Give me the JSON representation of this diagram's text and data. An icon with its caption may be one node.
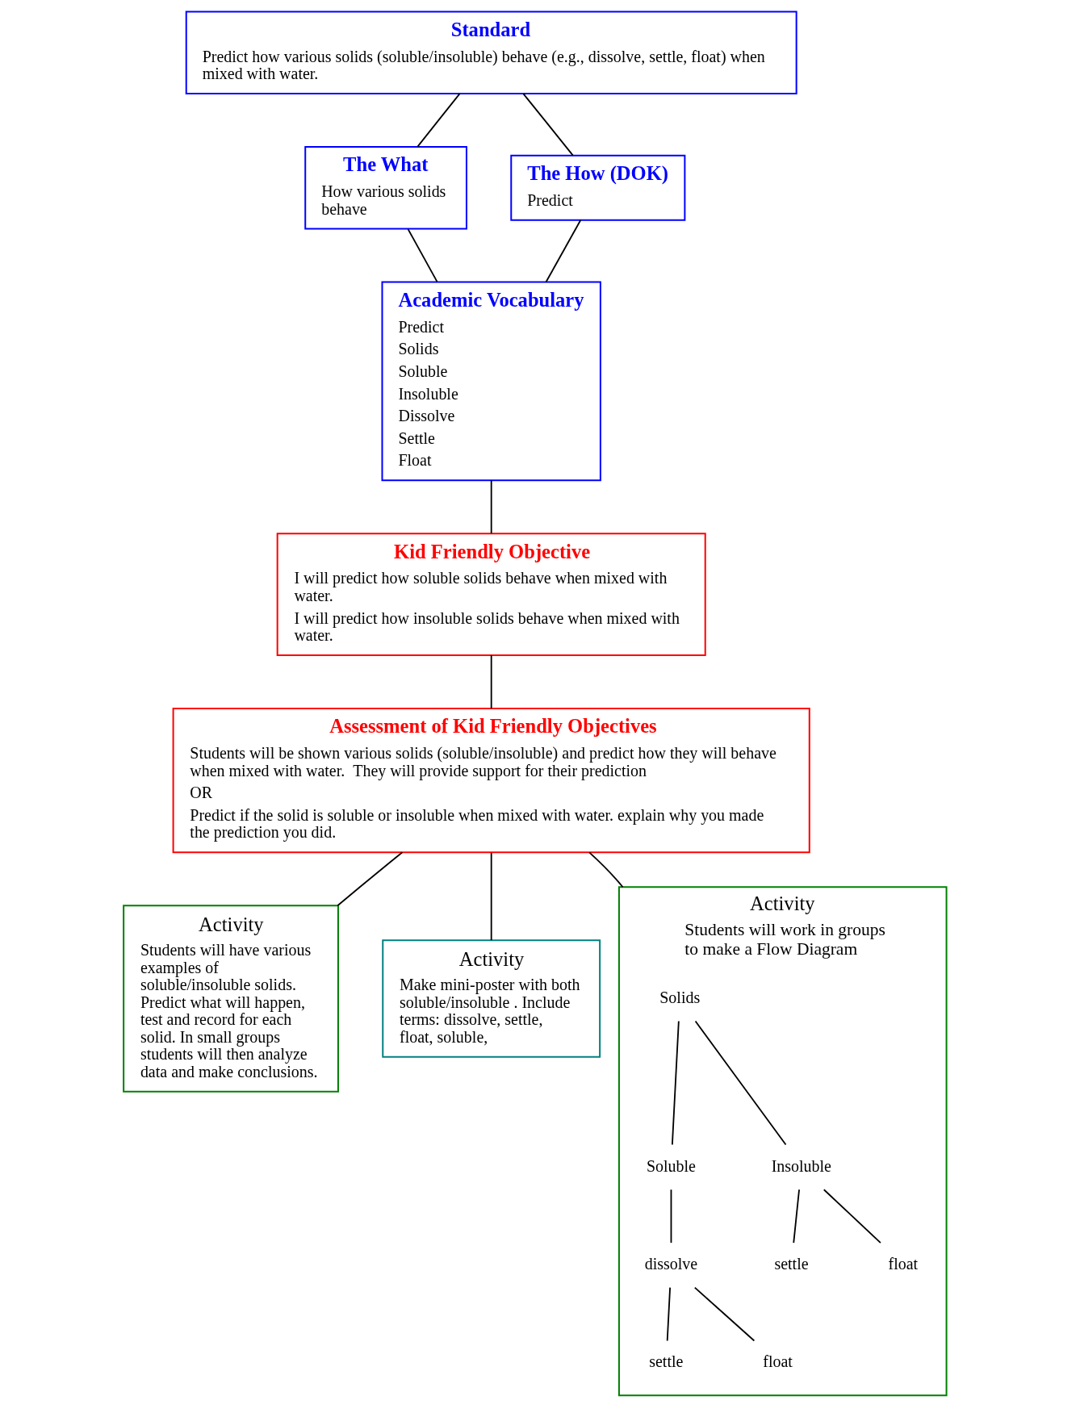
{
  "diagram": {
    "nodes": [
      {
        "text": [
          "Standard",
          "Predict how various solids (soluble/insoluble) behave (e.g., dissolve, settle, float) when mixed with water."
        ]
      },
      {
        "text": [
          "The What",
          "How various solids behave"
        ]
      },
      {
        "text": [
          "The How (DOK)",
          "Predict"
        ]
      },
      {
        "text": [
          "Academic Vocabulary",
          "Predict",
          "Solids",
          "Soluble",
          "Insoluble",
          "Dissolve",
          "Settle",
          "Float"
        ]
      },
      {
        "text": [
          "Kid Friendly Objective",
          "I will predict how soluble solids behave when mixed with water.",
          "I will predict how insoluble solids behave when mixed with water."
        ]
      },
      {
        "text": [
          "Assessment of Kid Friendly Objectives",
          "Students will be shown various solids (soluble/insoluble) and predict how they will behave when mixed with water.  They will provide support for their prediction",
          "OR",
          "Predict if the solid is soluble or insoluble when mixed with water. explain why you made the prediction you did."
        ]
      },
      {
        "text": [
          "Activity",
          "Students will have various examples of soluble/insoluble solids. Predict what will happen, test and record for each solid. In small groups students will then analyze data and make conclusions."
        ]
      },
      {
        "text": [
          "Activity",
          "Make mini-poster with both soluble/insoluble . Include terms: dissolve, settle, float, soluble,"
        ]
      },
      {
        "text": [
          "Activity",
          "Students will work in groups to make a Flow Diagram"
        ]
      },
      {
        "text": [
          "Solids"
        ],
        "in": 8
      },
      {
        "text": [
          "Soluble"
        ],
        "in": 8
      },
      {
        "text": [
          "Insoluble"
        ],
        "in": 8
      },
      {
        "text": [
          "dissolve"
        ],
        "in": 8
      },
      {
        "text": [
          "settle"
        ],
        "in": 8
      },
      {
        "text": [
          "float"
        ],
        "in": 8
      },
      {
        "text": [
          "settle"
        ],
        "in": 8
      },
      {
        "text": [
          "float"
        ],
        "in": 8
      }
    ],
    "edges": [
      {
        "from": 0,
        "to": 1,
        "arrow": "none"
      },
      {
        "from": 0,
        "to": 2,
        "arrow": "none"
      },
      {
        "from": 1,
        "to": 3,
        "arrow": "none"
      },
      {
        "from": 2,
        "to": 3,
        "arrow": "none"
      },
      {
        "from": 3,
        "to": 4,
        "arrow": "none"
      },
      {
        "from": 4,
        "to": 5,
        "arrow": "none"
      },
      {
        "from": 5,
        "to": 6,
        "arrow": "none"
      },
      {
        "from": 5,
        "to": 7,
        "arrow": "none"
      },
      {
        "from": 5,
        "to": 8,
        "arrow": "none"
      },
      {
        "from": 9,
        "to": 10,
        "arrow": "none"
      },
      {
        "from": 9,
        "to": 11,
        "arrow": "none"
      },
      {
        "from": 10,
        "to": 12,
        "arrow": "none"
      },
      {
        "from": 11,
        "to": 13,
        "arrow": "none"
      },
      {
        "from": 11,
        "to": 14,
        "arrow": "none"
      },
      {
        "from": 12,
        "to": 15,
        "arrow": "none"
      },
      {
        "from": 12,
        "to": 16,
        "arrow": "none"
      }
    ]
  }
}
